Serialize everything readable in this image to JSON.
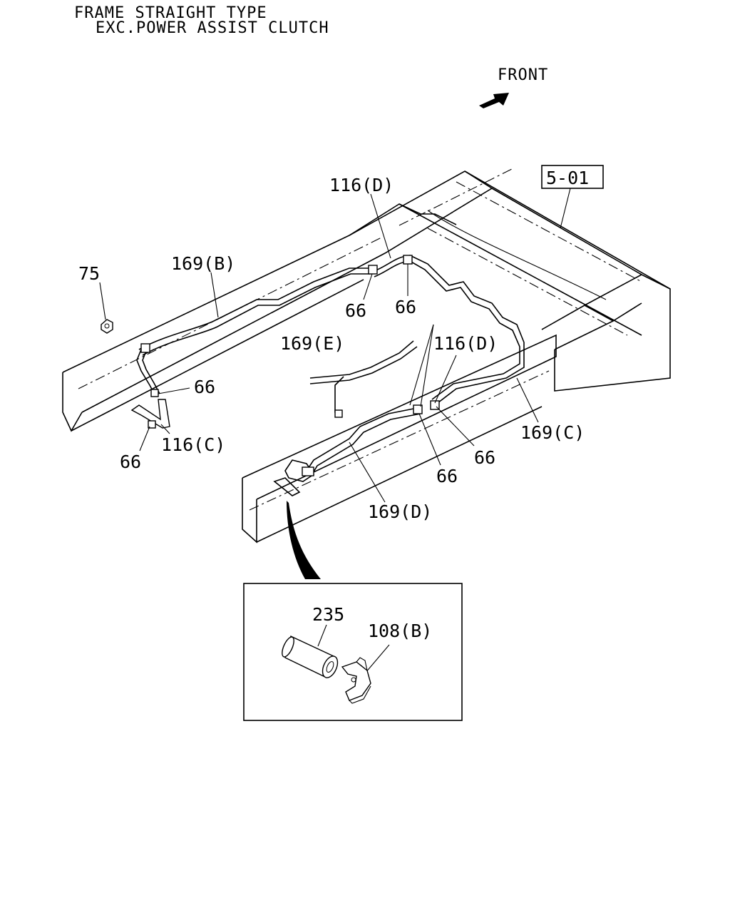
{
  "header": {
    "line1": "FRAME STRAIGHT TYPE",
    "line2": "EXC.POWER ASSIST CLUTCH"
  },
  "front": {
    "label": "FRONT",
    "icon": "arrow-icon"
  },
  "reference_box": "5-01",
  "callouts": {
    "c116d_top": "116(D)",
    "c169b": "169(B)",
    "c75": "75",
    "c66_a": "66",
    "c66_b": "66",
    "c169e": "169(E)",
    "c116d_mid": "116(D)",
    "c66_c": "66",
    "c66_d": "66",
    "c116c": "116(C)",
    "c169c": "169(C)",
    "c66_e": "66",
    "c66_f": "66",
    "c169d": "169(D)",
    "c235": "235",
    "c108b": "108(B)"
  }
}
